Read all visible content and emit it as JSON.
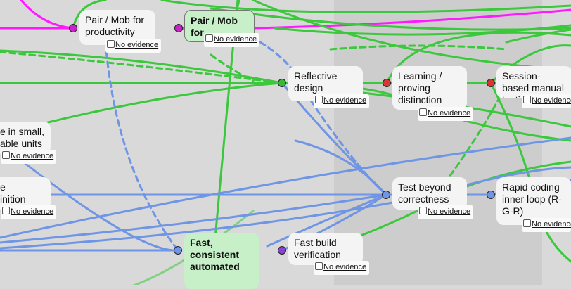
{
  "colors": {
    "background": "#d9d9d9",
    "band_dark": "#cdcdcd",
    "edge_green": "#3cc83c",
    "edge_blue": "#6f95e6",
    "edge_magenta": "#ff19ff",
    "port_magenta": "#cc22cc",
    "port_green": "#33bb33",
    "port_red": "#dd3333",
    "port_blue": "#6f95e6",
    "port_purple": "#8844cc"
  },
  "evidence_label": "No evidence",
  "nodes": {
    "pair_mob_productivity": {
      "title": "Pair / Mob for productivity"
    },
    "pair_mob_discipline": {
      "title": "Pair / Mob for discipline"
    },
    "reflective_design": {
      "title": "Reflective design"
    },
    "learning_proving": {
      "title": "Learning / proving distinction"
    },
    "session_based": {
      "title": "Session-based manual testing"
    },
    "small_units": {
      "title": "e in small, able units"
    },
    "definition": {
      "title": "e inition"
    },
    "test_beyond": {
      "title": "Test beyond correctness"
    },
    "rapid_coding": {
      "title": "Rapid coding inner loop (R-G-R)"
    },
    "fast_consistent": {
      "title": "Fast, consistent automated"
    },
    "fast_build": {
      "title": "Fast build verification"
    }
  }
}
